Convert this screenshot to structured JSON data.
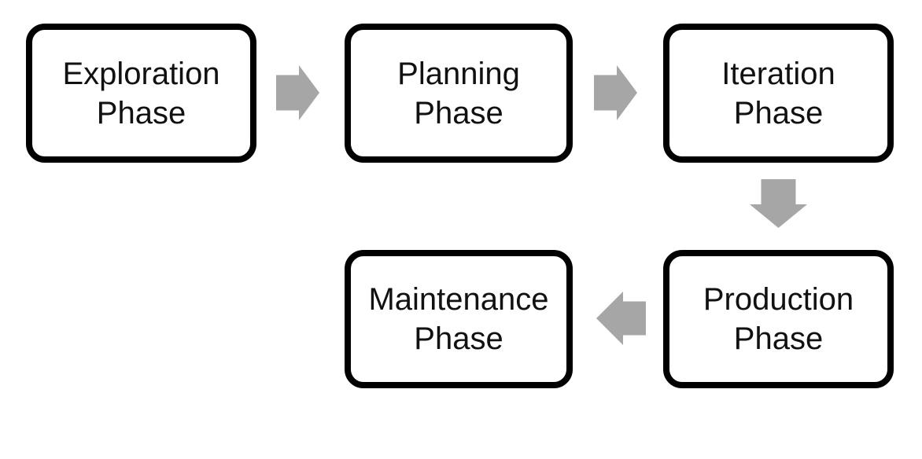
{
  "diagram": {
    "type": "flowchart",
    "title": "",
    "nodes": [
      {
        "id": "exploration-phase",
        "label": "Exploration Phase",
        "lines": [
          "Exploration",
          "Phase"
        ]
      },
      {
        "id": "planning-phase",
        "label": "Planning Phase",
        "lines": [
          "Planning",
          "Phase"
        ]
      },
      {
        "id": "iteration-phase",
        "label": "Iteration Phase",
        "lines": [
          "Iteration",
          "Phase"
        ]
      },
      {
        "id": "production-phase",
        "label": "Production Phase",
        "lines": [
          "Production",
          "Phase"
        ]
      },
      {
        "id": "maintenance-phase",
        "label": "Maintenance Phase",
        "lines": [
          "Maintenance",
          "Phase"
        ]
      }
    ],
    "edges": [
      {
        "from": "exploration-phase",
        "to": "planning-phase",
        "direction": "right"
      },
      {
        "from": "planning-phase",
        "to": "iteration-phase",
        "direction": "right"
      },
      {
        "from": "iteration-phase",
        "to": "production-phase",
        "direction": "down"
      },
      {
        "from": "production-phase",
        "to": "maintenance-phase",
        "direction": "left"
      }
    ],
    "colors": {
      "box_fill": "#ffffff",
      "box_border": "#000000",
      "text": "#111111",
      "arrow": "#a6a6a6",
      "background": "#ffffff"
    }
  }
}
